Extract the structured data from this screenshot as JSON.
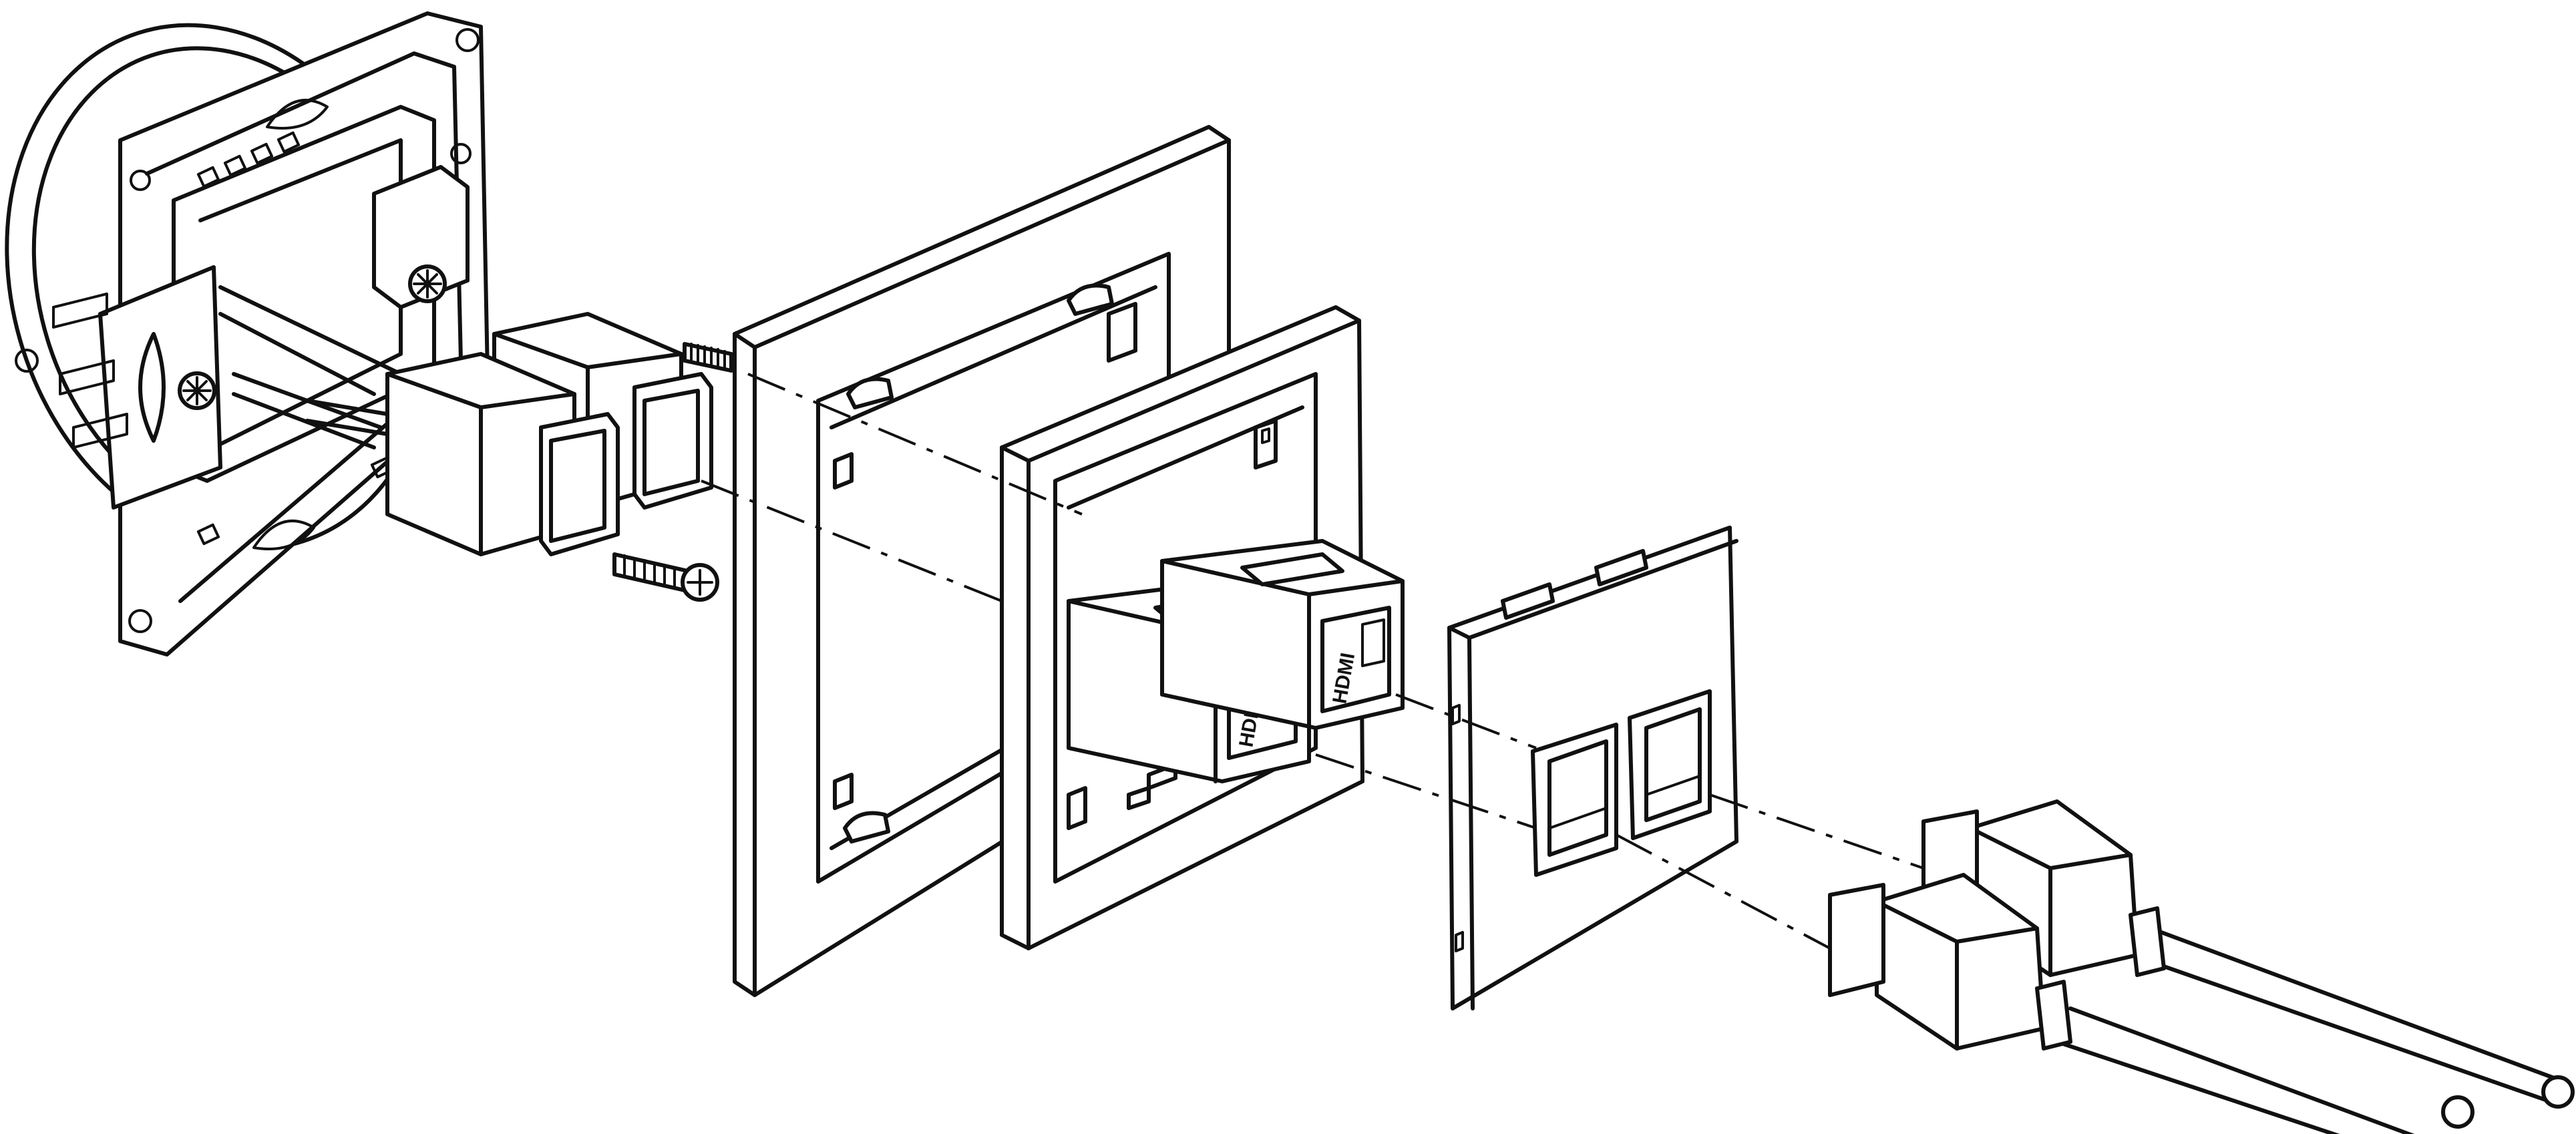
{
  "diagram": {
    "type": "exploded-assembly-line-drawing",
    "components": [
      "mounting-frame-with-wall-box",
      "hdmi-plugs-rear",
      "fixing-screws",
      "cover-frame",
      "module-frame",
      "hdmi-coupler-modules",
      "faceplate-with-two-ports",
      "hdmi-cable-plugs-front"
    ],
    "module_labels": [
      "HDMI",
      "HDMI"
    ],
    "line_color": "#111111",
    "background_color": "#ffffff"
  }
}
